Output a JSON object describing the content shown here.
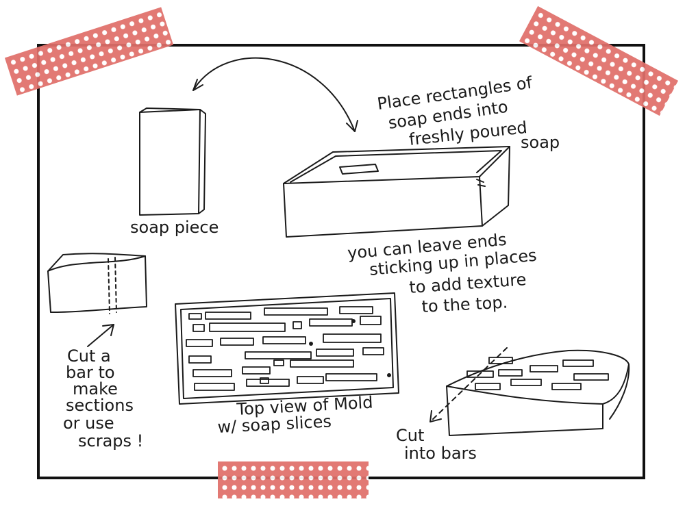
{
  "labels": {
    "place_rectangles": [
      "Place rectangles of",
      "soap ends into",
      "freshly poured",
      "soap"
    ],
    "soap_piece": "soap piece",
    "leave_ends": [
      "you can leave ends",
      "sticking up in places",
      "to add texture",
      "to the top."
    ],
    "cut_a_bar": [
      "Cut a",
      "bar to",
      "make",
      "sections",
      "or use",
      "scraps !"
    ],
    "top_view": [
      "Top view of Mold",
      "w/ soap slices"
    ],
    "cut_into_bars": [
      "Cut",
      "into bars"
    ]
  },
  "colors": {
    "tape": "#e06f6a",
    "tape_dots": "#ffffff",
    "ink": "#1a1a1a",
    "frame": "#111111"
  }
}
